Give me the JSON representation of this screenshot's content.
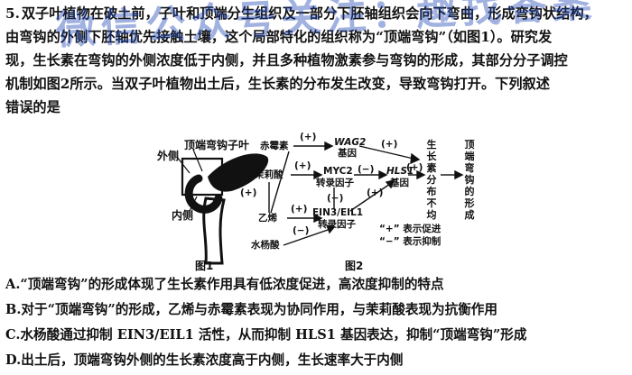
{
  "question": {
    "number": "5.",
    "stem_lines": [
      "双子叶植物在破土前，子叶和顶端分生组织及一部分下胚轴组织会向下弯曲，形成弯钩状结构，",
      "由弯钩的外侧下胚轴优先接触土壤，这个局部特化的组织称为“顶端弯钩”（如图1）。研究发",
      "现，生长素在弯钩的外侧浓度低于内侧，并且多种植物激素参与弯钩的形成，其部分分子调控",
      "机制如图2所示。当双子叶植物出土后，生长素的分布发生改变，导致弯钩打开。下列叙述",
      "错误的是"
    ]
  },
  "watermark": "微信公众号关注：趣找答案",
  "figure1": {
    "caption": "图1",
    "labels": {
      "outer": "外侧",
      "hook": "顶端弯钩",
      "cotyledon": "子叶",
      "inner": "内侧"
    }
  },
  "figure2": {
    "caption": "图2",
    "nodes": {
      "ga": "赤霉素",
      "wag2": "WAG2",
      "wag2_sub": "基因",
      "ja": "茉莉酸",
      "myc2": "MYC2",
      "myc2_sub": "转录因子",
      "hls1": "HLS1",
      "hls1_sub": "基因",
      "eth": "乙烯",
      "ein3": "EIN3/EIL1",
      "ein3_sub": "转录因子",
      "sa": "水杨酸",
      "auxin": "生长素分布不均",
      "hook_form": "顶端弯钩的形成"
    },
    "signs": {
      "plus": "(+)",
      "minus": "(−)"
    },
    "legend": {
      "promote": "“+” 表示促进",
      "inhibit": "“−” 表示抑制"
    }
  },
  "options": [
    {
      "letter": "A.",
      "text": "“顶端弯钩”的形成体现了生长素作用具有低浓度促进，高浓度抑制的特点"
    },
    {
      "letter": "B.",
      "text": "对于“顶端弯钩”的形成，乙烯与赤霉素表现为协同作用，与茉莉酸表现为抗衡作用"
    },
    {
      "letter": "C.",
      "text": "水杨酸通过抑制 EIN3/EIL1 活性，从而抑制 HLS1 基因表达，抑制“顶端弯钩”形成"
    },
    {
      "letter": "D.",
      "text": "出土后，顶端弯钩外侧的生长素浓度高于内侧，生长速率大于内侧"
    }
  ]
}
